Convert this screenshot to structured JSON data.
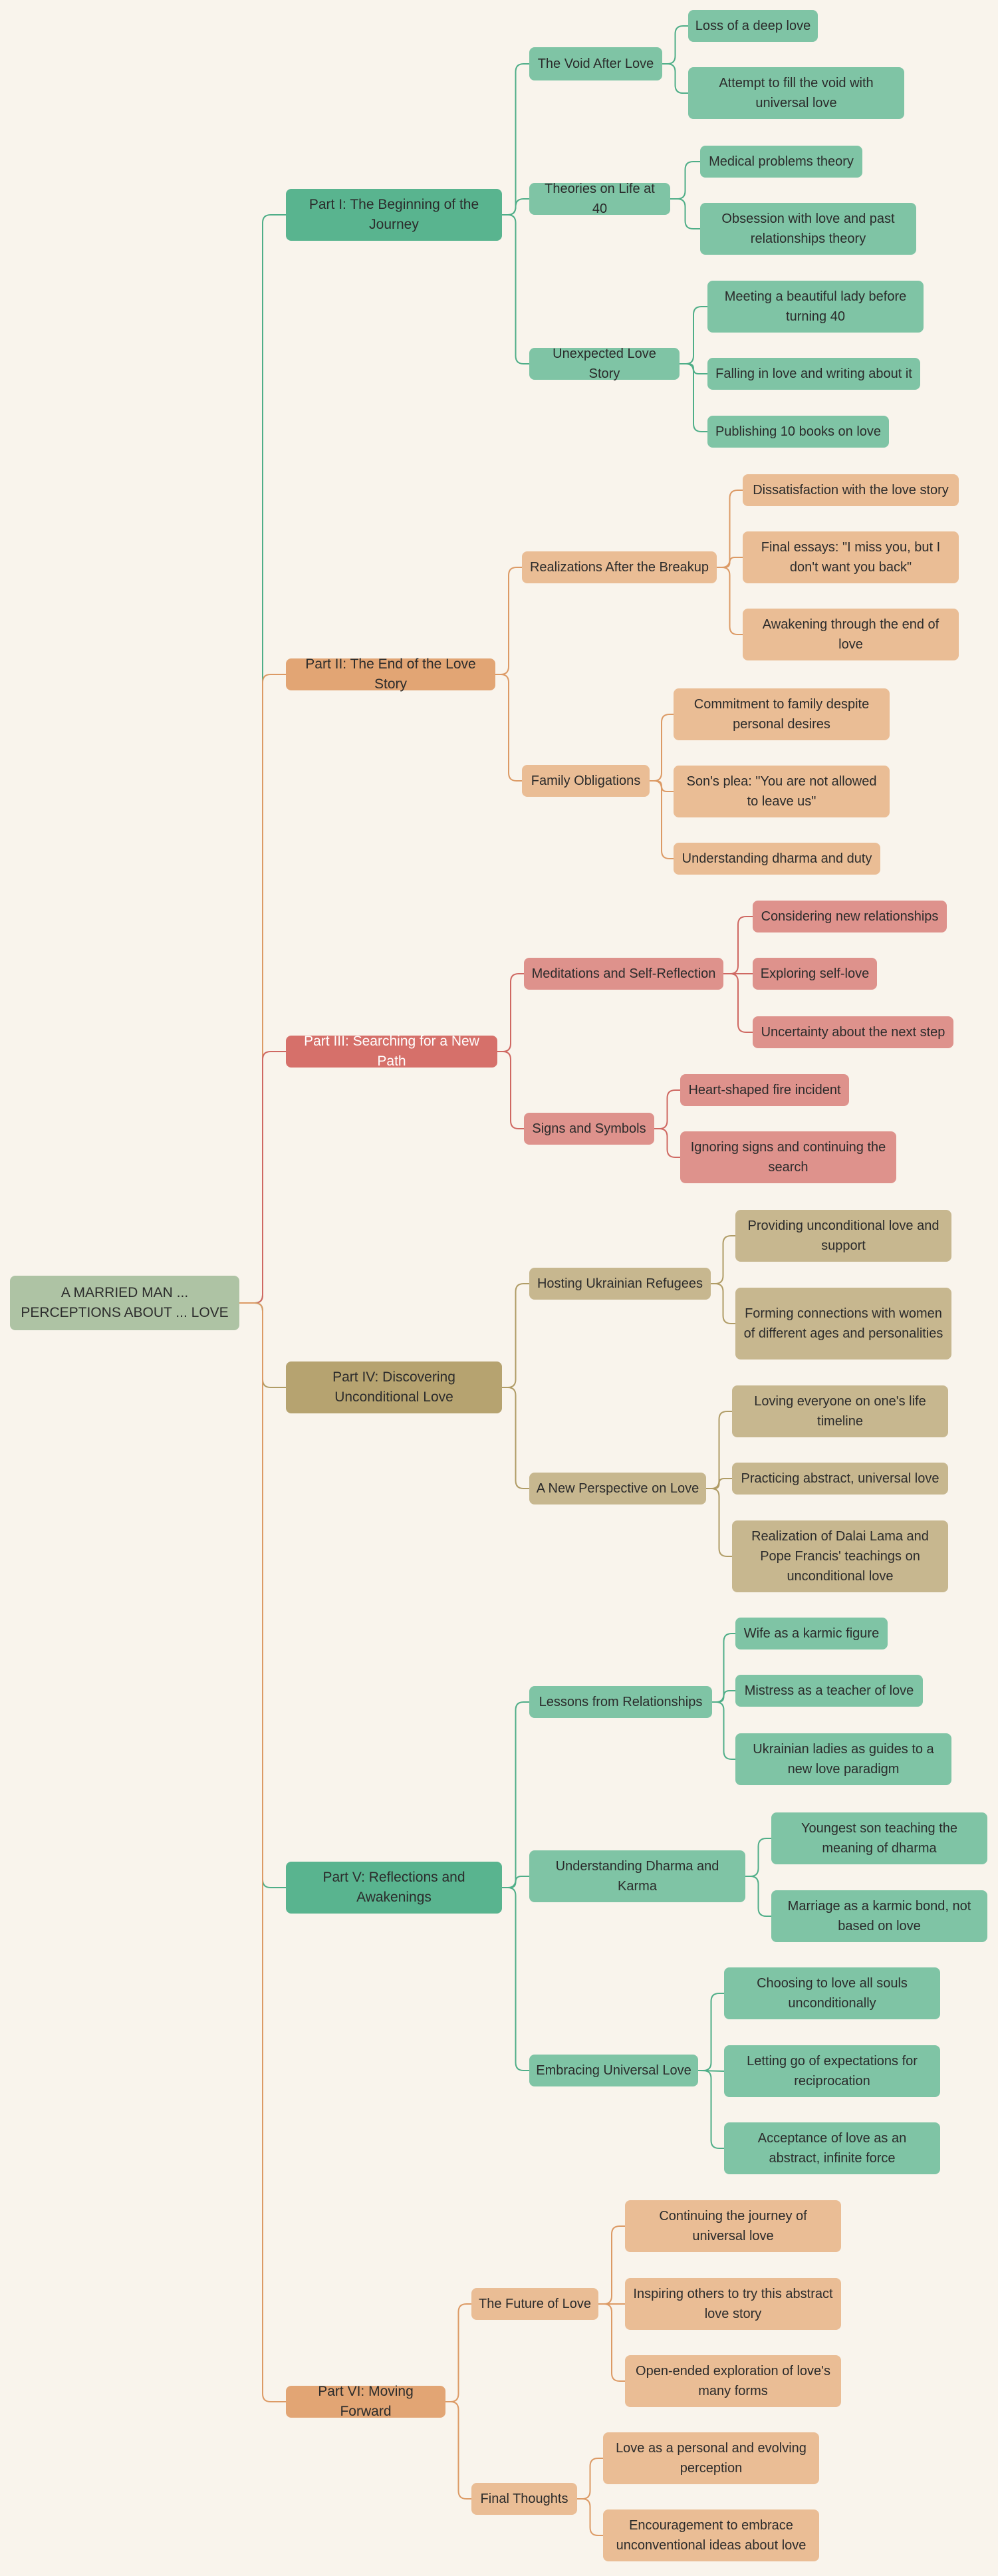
{
  "colors": {
    "background": "#f9f4ec",
    "root": "#aec3a4",
    "green_main": "#59b48f",
    "green_light": "#7fc4a5",
    "green_edge": "#4fae88",
    "orange_main": "#e2a574",
    "orange_light": "#eabd95",
    "orange_edge": "#dc9a65",
    "red_main": "#d6706a",
    "red_light": "#de928c",
    "red_edge": "#cf6862",
    "olive_main": "#b6a370",
    "olive_light": "#c7b78f",
    "olive_edge": "#b09c66"
  },
  "root": "A MARRIED MAN ... PERCEPTIONS ABOUT ... LOVE",
  "parts": [
    {
      "title": "Part I: The Beginning of the Journey",
      "theme": "green",
      "topics": [
        {
          "title": "The Void After Love",
          "items": [
            "Loss of a deep love",
            "Attempt to fill the void with universal love"
          ]
        },
        {
          "title": "Theories on Life at 40",
          "items": [
            "Medical problems theory",
            "Obsession with love and past relationships theory"
          ]
        },
        {
          "title": "Unexpected Love Story",
          "items": [
            "Meeting a beautiful lady before turning 40",
            "Falling in love and writing about it",
            "Publishing 10 books on love"
          ]
        }
      ]
    },
    {
      "title": "Part II: The End of the Love Story",
      "theme": "orange",
      "topics": [
        {
          "title": "Realizations After the Breakup",
          "items": [
            "Dissatisfaction with the love story",
            "Final essays: \"I miss you, but I don't want you back\"",
            "Awakening through the end of love"
          ]
        },
        {
          "title": "Family Obligations",
          "items": [
            "Commitment to family despite personal desires",
            "Son's plea: \"You are not allowed to leave us\"",
            "Understanding dharma and duty"
          ]
        }
      ]
    },
    {
      "title": "Part III: Searching for a New Path",
      "theme": "red",
      "topics": [
        {
          "title": "Meditations and Self-Reflection",
          "items": [
            "Considering new relationships",
            "Exploring self-love",
            "Uncertainty about the next step"
          ]
        },
        {
          "title": "Signs and Symbols",
          "items": [
            "Heart-shaped fire incident",
            "Ignoring signs and continuing the search"
          ]
        }
      ]
    },
    {
      "title": "Part IV: Discovering Unconditional Love",
      "theme": "olive",
      "topics": [
        {
          "title": "Hosting Ukrainian Refugees",
          "items": [
            "Providing unconditional love and support",
            "Forming connections with women of different ages and personalities"
          ]
        },
        {
          "title": "A New Perspective on Love",
          "items": [
            "Loving everyone on one's life timeline",
            "Practicing abstract, universal love",
            "Realization of Dalai Lama and Pope Francis' teachings on unconditional love"
          ]
        }
      ]
    },
    {
      "title": "Part V: Reflections and Awakenings",
      "theme": "green",
      "topics": [
        {
          "title": "Lessons from Relationships",
          "items": [
            "Wife as a karmic figure",
            "Mistress as a teacher of love",
            "Ukrainian ladies as guides to a new love paradigm"
          ]
        },
        {
          "title": "Understanding Dharma and Karma",
          "items": [
            "Youngest son teaching the meaning of dharma",
            "Marriage as a karmic bond, not based on love"
          ]
        },
        {
          "title": "Embracing Universal Love",
          "items": [
            "Choosing to love all souls unconditionally",
            "Letting go of expectations for reciprocation",
            "Acceptance of love as an abstract, infinite force"
          ]
        }
      ]
    },
    {
      "title": "Part VI: Moving Forward",
      "theme": "orange",
      "topics": [
        {
          "title": "The Future of Love",
          "items": [
            "Continuing the journey of universal love",
            "Inspiring others to try this abstract love story",
            "Open-ended exploration of love's many forms"
          ]
        },
        {
          "title": "Final Thoughts",
          "items": [
            "Love as a personal and evolving perception",
            "Encouragement to embrace unconventional ideas about love"
          ]
        }
      ]
    }
  ]
}
